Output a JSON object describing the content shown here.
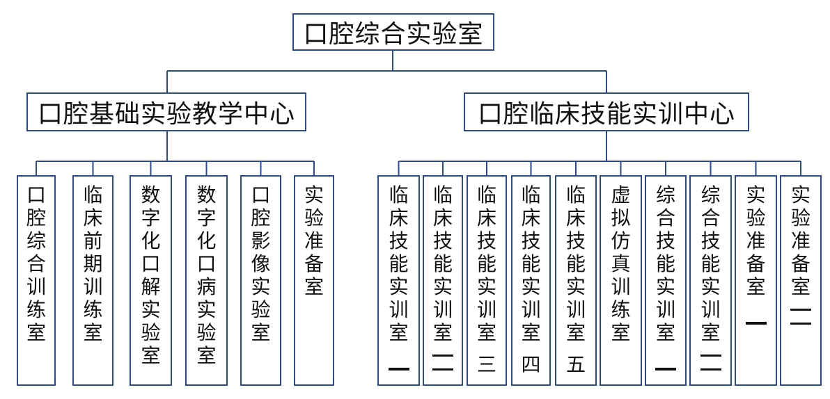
{
  "root": "口腔综合实验室",
  "centers": [
    {
      "name": "口腔基础实验教学中心",
      "rooms": [
        {
          "label": "口腔综合训练室",
          "num": ""
        },
        {
          "label": "临床前期训练室",
          "num": ""
        },
        {
          "label": "数字化口解实验室",
          "num": ""
        },
        {
          "label": "数字化口病实验室",
          "num": ""
        },
        {
          "label": "口腔影像实验室",
          "num": ""
        },
        {
          "label": "实验准备室",
          "num": ""
        }
      ]
    },
    {
      "name": "口腔临床技能实训中心",
      "rooms": [
        {
          "label": "临床技能实训室",
          "num": "一"
        },
        {
          "label": "临床技能实训室",
          "num": "二"
        },
        {
          "label": "临床技能实训室",
          "num": "三"
        },
        {
          "label": "临床技能实训室",
          "num": "四"
        },
        {
          "label": "临床技能实训室",
          "num": "五"
        },
        {
          "label": "虚拟仿真训练室",
          "num": ""
        },
        {
          "label": "综合技能实训室",
          "num": "一"
        },
        {
          "label": "综合技能实训室",
          "num": "二"
        },
        {
          "label": "实验准备室",
          "num": "一"
        },
        {
          "label": "实验准备室",
          "num": "二"
        }
      ]
    }
  ],
  "colors": {
    "border": "#2b4a96",
    "line": "#2b4a96",
    "text": "#111111"
  }
}
